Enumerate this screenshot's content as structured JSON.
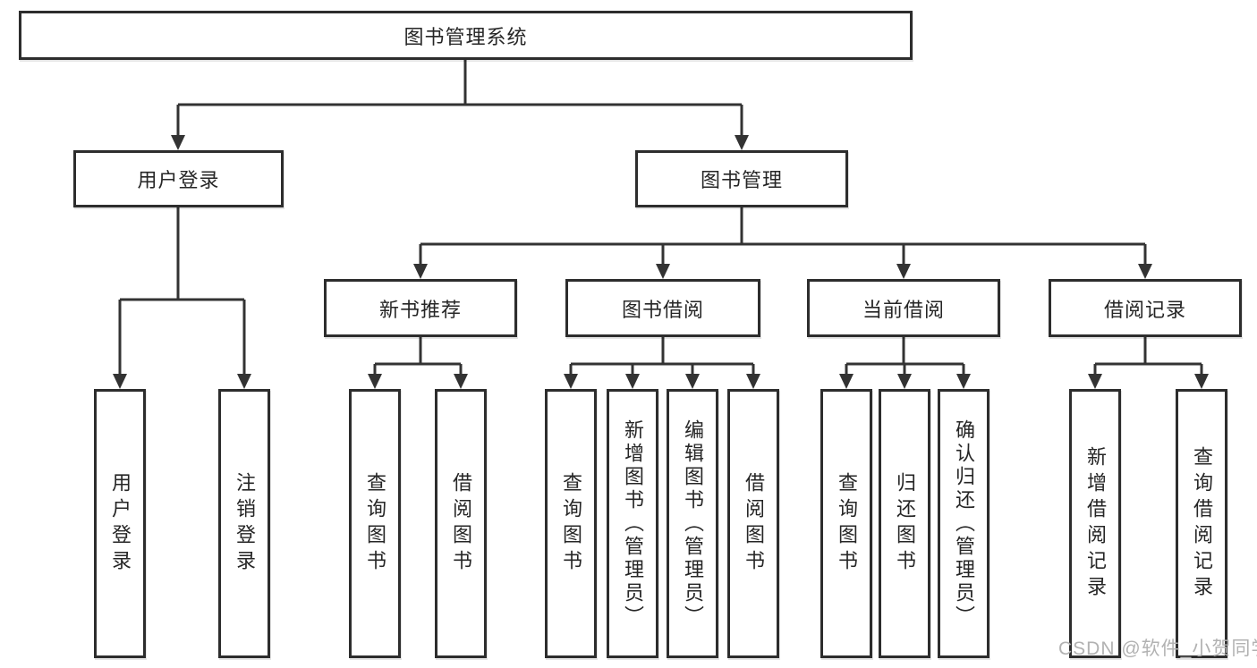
{
  "colors": {
    "line": "#333333",
    "box_border": "#2d2d2d",
    "text": "#262626",
    "watermark": "#b2b2b2",
    "background": "#ffffff"
  },
  "watermark": {
    "text": "CSDN @软件_小贺同学"
  },
  "tree": {
    "root": {
      "label": "图书管理系统"
    },
    "branches": [
      {
        "label": "用户登录",
        "children": [
          {
            "label": "用户登录"
          },
          {
            "label": "注销登录"
          }
        ]
      },
      {
        "label": "图书管理",
        "children": [
          {
            "label": "新书推荐",
            "children": [
              {
                "label": "查询图书"
              },
              {
                "label": "借阅图书"
              }
            ]
          },
          {
            "label": "图书借阅",
            "children": [
              {
                "label": "查询图书"
              },
              {
                "label": "新增图书（管理员）"
              },
              {
                "label": "编辑图书（管理员）"
              },
              {
                "label": "借阅图书"
              }
            ]
          },
          {
            "label": "当前借阅",
            "children": [
              {
                "label": "查询图书"
              },
              {
                "label": "归还图书"
              },
              {
                "label": "确认归还（管理员）"
              }
            ]
          },
          {
            "label": "借阅记录",
            "children": [
              {
                "label": "新增借阅记录"
              },
              {
                "label": "查询借阅记录"
              }
            ]
          }
        ]
      }
    ]
  }
}
